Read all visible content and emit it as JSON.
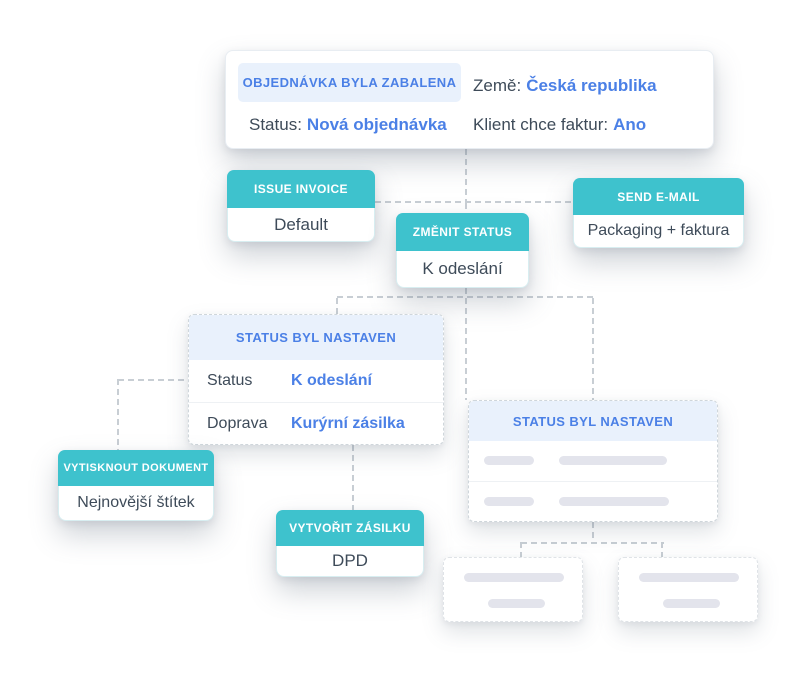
{
  "colors": {
    "accent_teal": "#3ec2cd",
    "link_blue": "#4b80e6",
    "light_blue_header": "#e9f1fc",
    "placeholder_gray": "#e3e4ec",
    "connector_gray": "#c8ced4"
  },
  "trigger_card": {
    "badge": "OBJEDNÁVKA BYLA ZABALENA",
    "fields": [
      {
        "label": "Země:",
        "value": "Česká republika"
      },
      {
        "label": "Status:",
        "value": "Nová objednávka"
      },
      {
        "label": "Klient chce faktur:",
        "value": "Ano"
      }
    ]
  },
  "action_cards": {
    "issue_invoice": {
      "title": "ISSUE INVOICE",
      "body": "Default"
    },
    "change_status": {
      "title": "ZMĚNIT STATUS",
      "body": "K odeslání"
    },
    "send_email": {
      "title": "SEND E-MAIL",
      "body": "Packaging + faktura"
    },
    "print_document": {
      "title": "VYTISKNOUT DOKUMENT",
      "body": "Nejnovější štítek"
    },
    "create_shipment": {
      "title": "VYTVOŘIT ZÁSILKU",
      "body": "DPD"
    }
  },
  "status_card": {
    "title": "STATUS BYL NASTAVEN",
    "rows": [
      {
        "label": "Status",
        "value": "K odeslání"
      },
      {
        "label": "Doprava",
        "value": "Kurýrní zásilka"
      }
    ]
  },
  "status_card_skeleton": {
    "title": "STATUS BYL NASTAVEN"
  }
}
